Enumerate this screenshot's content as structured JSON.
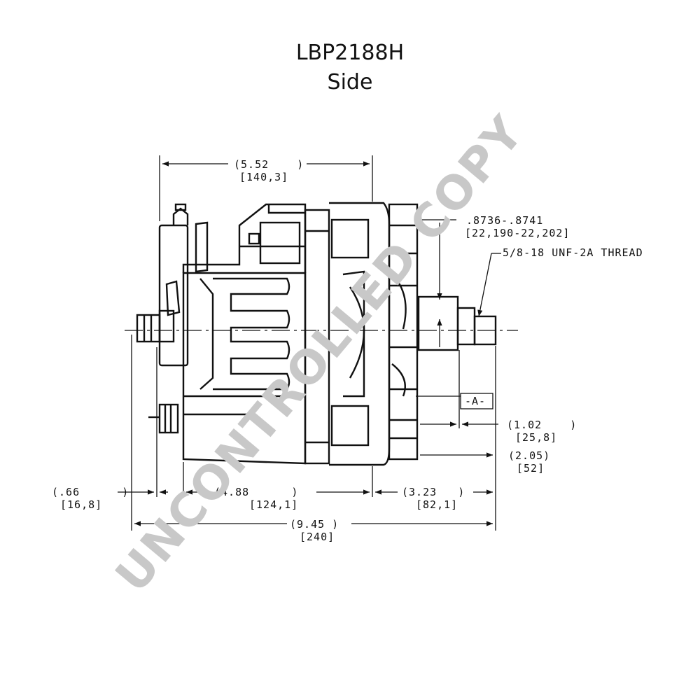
{
  "title": "LBP2188H",
  "view": "Side",
  "watermark": {
    "text": "UNCONTROLLED COPY",
    "color": "#c8c8c8"
  },
  "dimensions": {
    "top_overall": {
      "in": "(5.52    )",
      "mm": "[140,3]"
    },
    "shaft_dia": {
      "in": ".8736-.8741",
      "mm": "[22,190-22,202]"
    },
    "thread": "5/8-18 UNF-2A THREAD",
    "datum": "-A-",
    "d_102": {
      "in": "(1.02    )",
      "mm": "[25,8]"
    },
    "d_205": {
      "in": "(2.05)",
      "mm": "[52]"
    },
    "d_066": {
      "in": "(.66      )",
      "mm": "[16,8]"
    },
    "d_488": {
      "in": "(4.88      )",
      "mm": "[124,1]"
    },
    "d_323": {
      "in": "(3.23   )",
      "mm": "[82,1]"
    },
    "d_945": {
      "in": "(9.45 )",
      "mm": "[240]"
    }
  }
}
